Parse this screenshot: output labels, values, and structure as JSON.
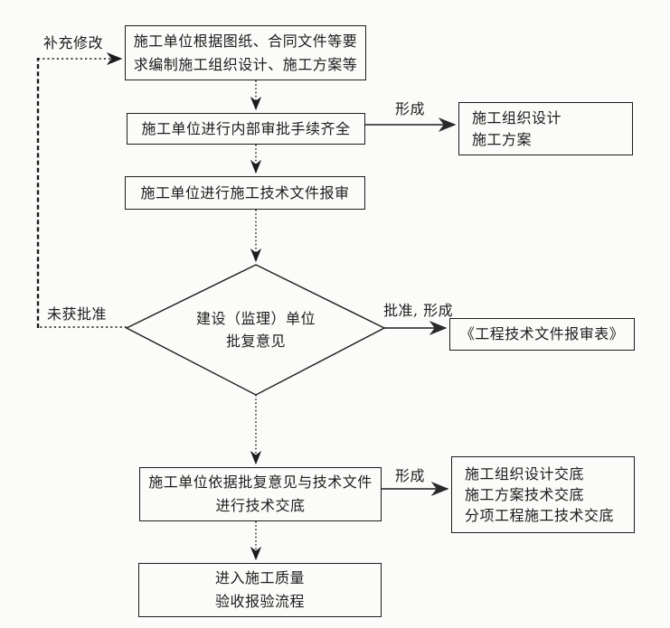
{
  "canvas": {
    "background": "#fbfbf9",
    "ink": "#1c1c1c",
    "arrow_gray": "#3c3c3c"
  },
  "edge_labels": {
    "supplement_revise": "补充修改",
    "not_approved": "未获批准",
    "approved_form": "批准, 形成",
    "form_top": "形成",
    "form_bottom": "形成"
  },
  "nodes": {
    "prepare": {
      "lines": [
        "施工单位根据图纸、合同文件等要",
        "求编制施工组织设计、施工方案等"
      ]
    },
    "internal_review": {
      "lines": [
        "施工单位进行内部审批手续齐全"
      ]
    },
    "submit_docs": {
      "lines": [
        "施工单位进行施工技术文件报审"
      ]
    },
    "decision": {
      "lines": [
        "建设（监理）单位",
        "批复意见"
      ]
    },
    "disclosure": {
      "lines": [
        "施工单位依据批复意见与技术文件",
        "进行技术交底"
      ]
    },
    "next_process": {
      "lines": [
        "进入施工质量",
        "验收报验流程"
      ]
    },
    "output_design": {
      "lines": [
        "施工组织设计",
        "施工方案"
      ]
    },
    "output_form": {
      "lines": [
        "《工程技术文件报审表》"
      ]
    },
    "output_disclosure": {
      "lines": [
        "施工组织设计交底",
        "施工方案技术交底",
        "分项工程施工技术交底"
      ]
    }
  }
}
